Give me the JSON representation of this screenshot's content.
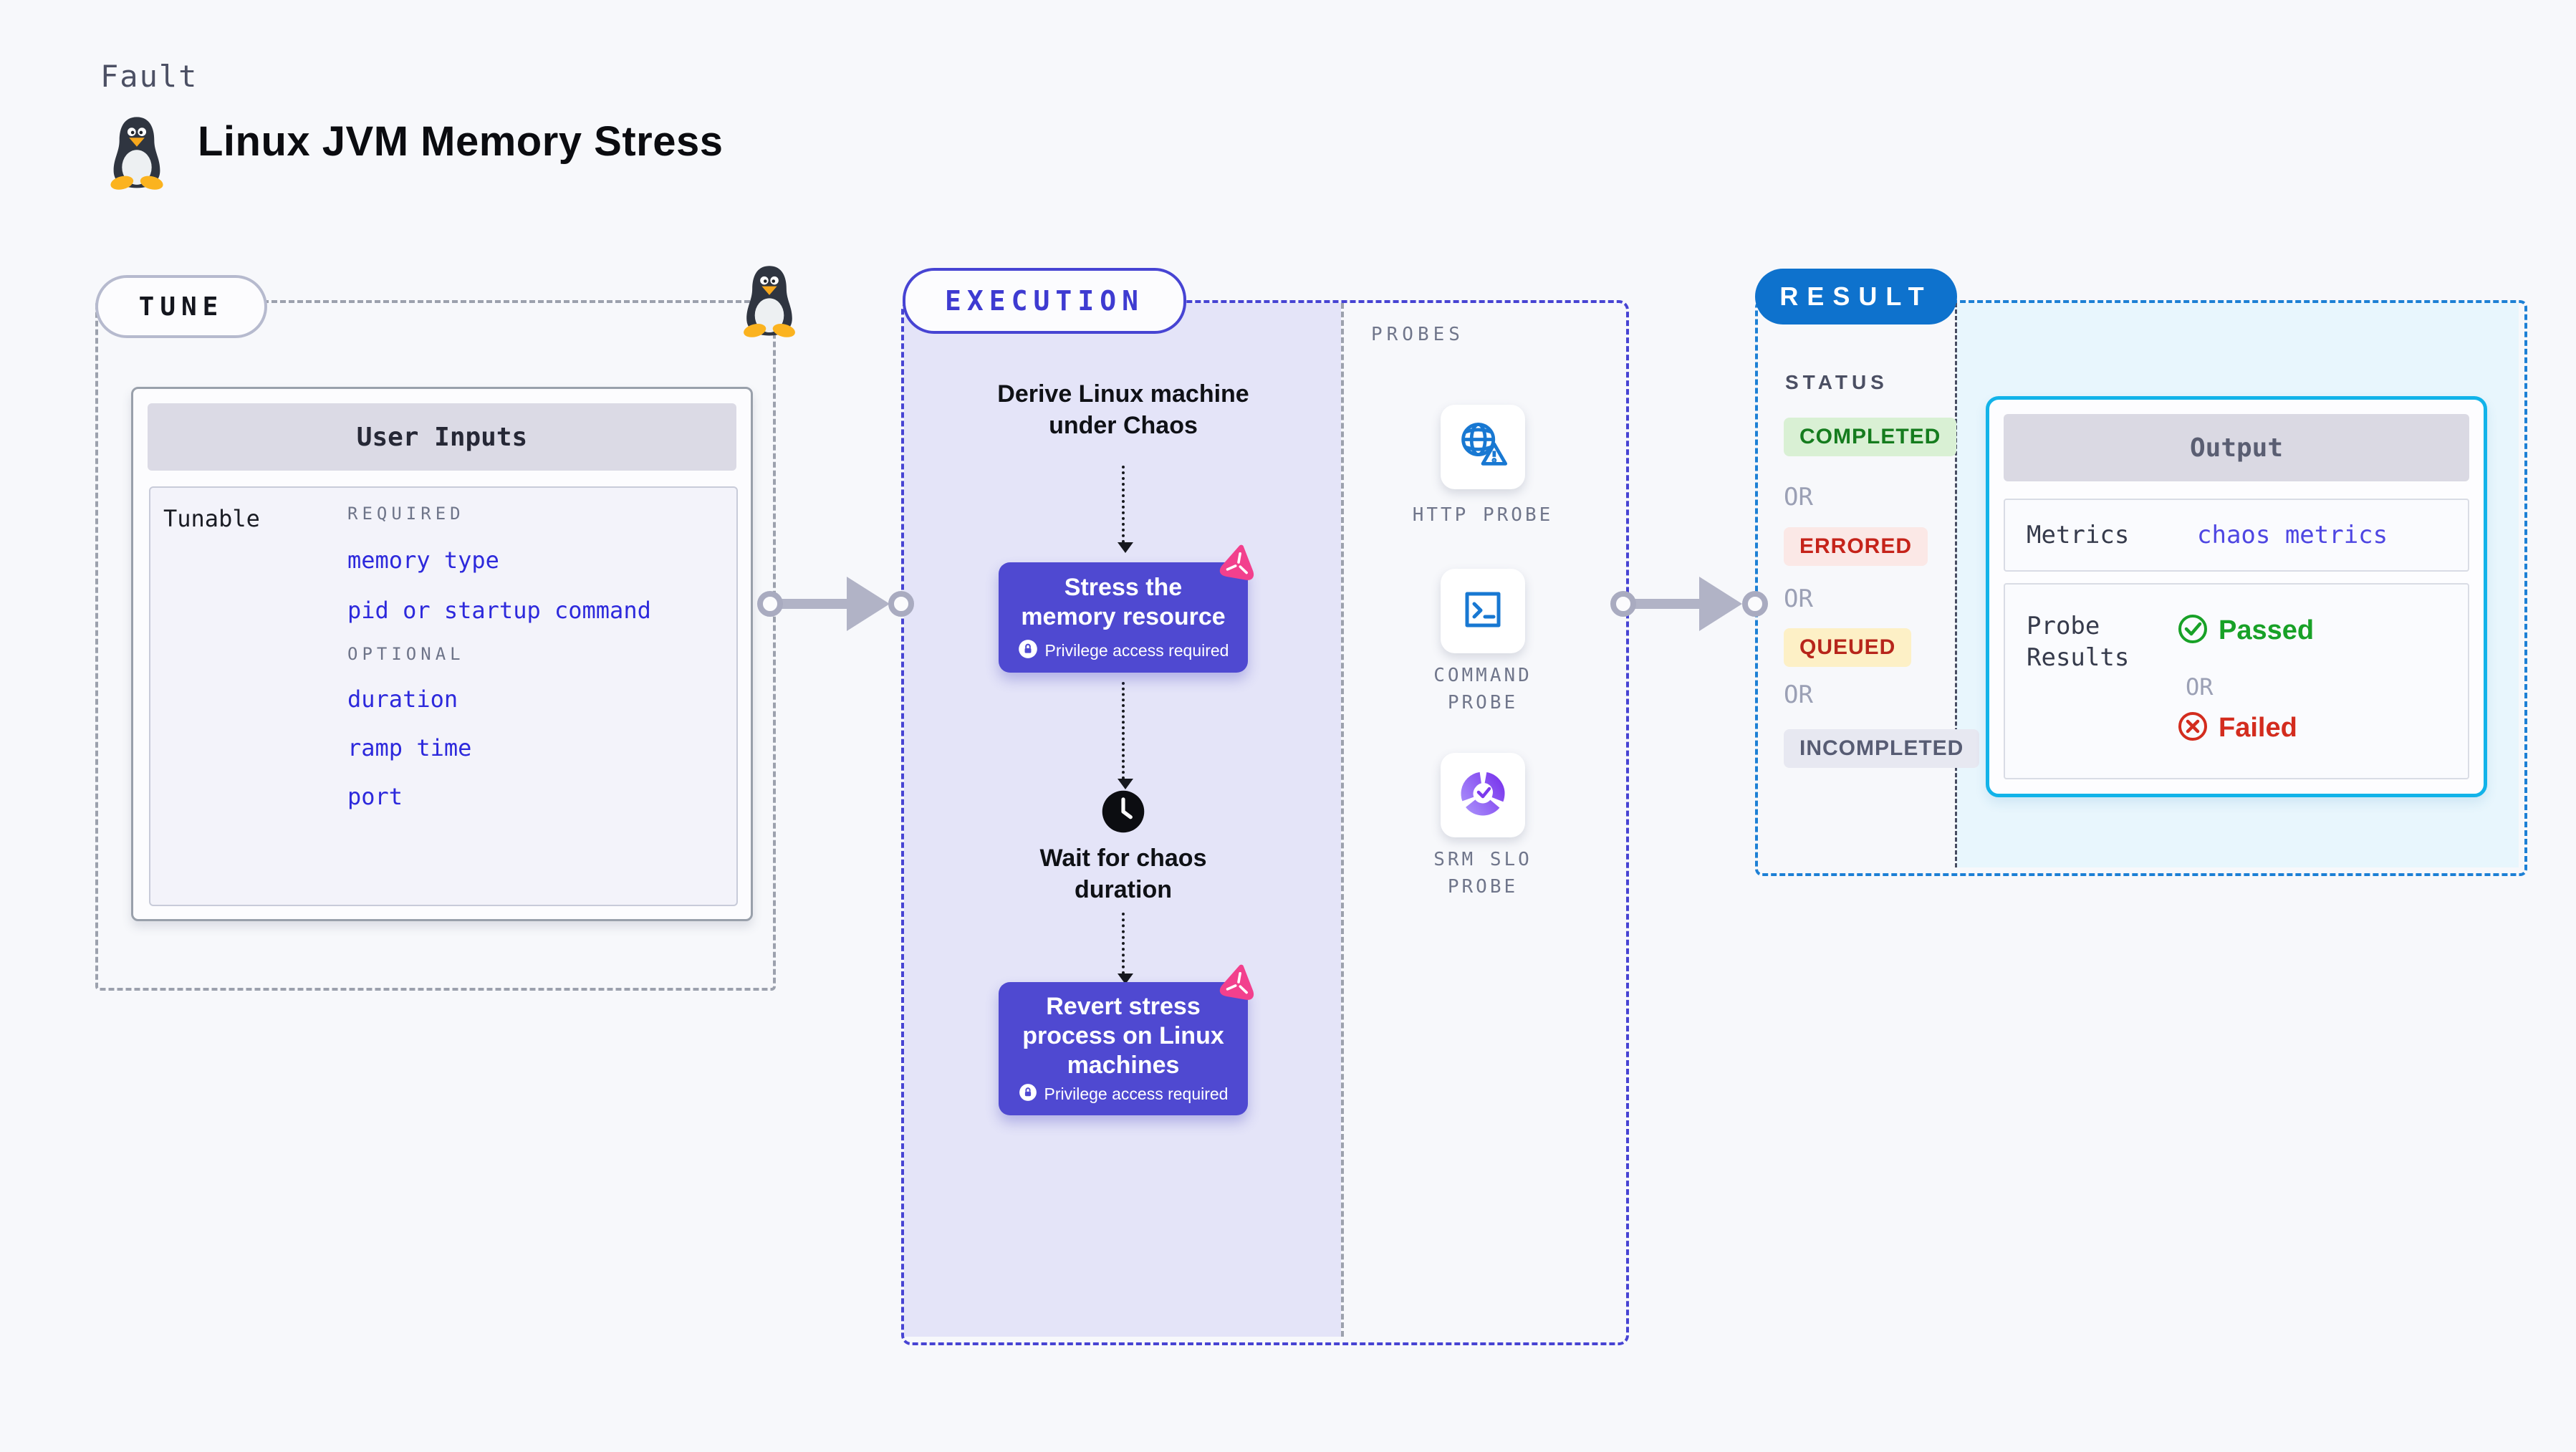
{
  "header": {
    "kicker": "Fault",
    "title": "Linux JVM Memory Stress"
  },
  "tune": {
    "badge": "TUNE",
    "card": {
      "header": "User Inputs",
      "row_label": "Tunable",
      "required_label": "REQUIRED",
      "required_items": [
        "memory type",
        "pid or startup command"
      ],
      "optional_label": "OPTIONAL",
      "optional_items": [
        "duration",
        "ramp time",
        "port"
      ]
    }
  },
  "execution": {
    "badge": "EXECUTION",
    "derive": {
      "line1": "Derive Linux machine",
      "line2": "under Chaos"
    },
    "stress": {
      "line1": "Stress the",
      "line2": "memory resource",
      "privilege": "Privilege access required"
    },
    "wait": {
      "line1": "Wait for chaos",
      "line2": "duration"
    },
    "revert": {
      "line1": "Revert stress",
      "line2": "process on Linux",
      "line3": "machines",
      "privilege": "Privilege access required"
    }
  },
  "probes": {
    "label": "PROBES",
    "items": [
      {
        "name": "http-probe",
        "lines": [
          "HTTP PROBE"
        ]
      },
      {
        "name": "command-probe",
        "lines": [
          "COMMAND",
          "PROBE"
        ]
      },
      {
        "name": "srm-slo-probe",
        "lines": [
          "SRM SLO",
          "PROBE"
        ]
      }
    ]
  },
  "result": {
    "badge": "RESULT",
    "status_label": "STATUS",
    "separator": "OR",
    "statuses": [
      {
        "label": "COMPLETED",
        "bg": "#d9f0d4",
        "color": "#157c1e"
      },
      {
        "label": "ERRORED",
        "bg": "#fbe8e6",
        "color": "#c5231a"
      },
      {
        "label": "QUEUED",
        "bg": "#fdf0c6",
        "color": "#b7251b"
      },
      {
        "label": "INCOMPLETED",
        "bg": "#e7e8f1",
        "color": "#575c73"
      }
    ],
    "output": {
      "header": "Output",
      "metrics_label": "Metrics",
      "metrics_value": "chaos metrics",
      "probe_results_line1": "Probe",
      "probe_results_line2": "Results",
      "passed": "Passed",
      "or": "OR",
      "failed": "Failed"
    }
  },
  "colors": {
    "page_bg": "#f7f8fb",
    "tune_dash": "#9ca1ad",
    "execution_accent": "#4744d3",
    "execution_fill": "#e4e4f8",
    "node_fill": "#4f49d1",
    "result_accent": "#1d80d5",
    "result_badge": "#0e72cd",
    "result_fill": "#e8f6fd",
    "output_border": "#12b3e9",
    "input_link_blue": "#2d29dc",
    "metrics_link": "#4e46e2",
    "passed_green": "#18a127",
    "failed_red": "#d32c1e",
    "chaos_pink": "#f2408d",
    "probe_icon_blue": "#1878d2",
    "srm_purple": "#7c3aed"
  }
}
